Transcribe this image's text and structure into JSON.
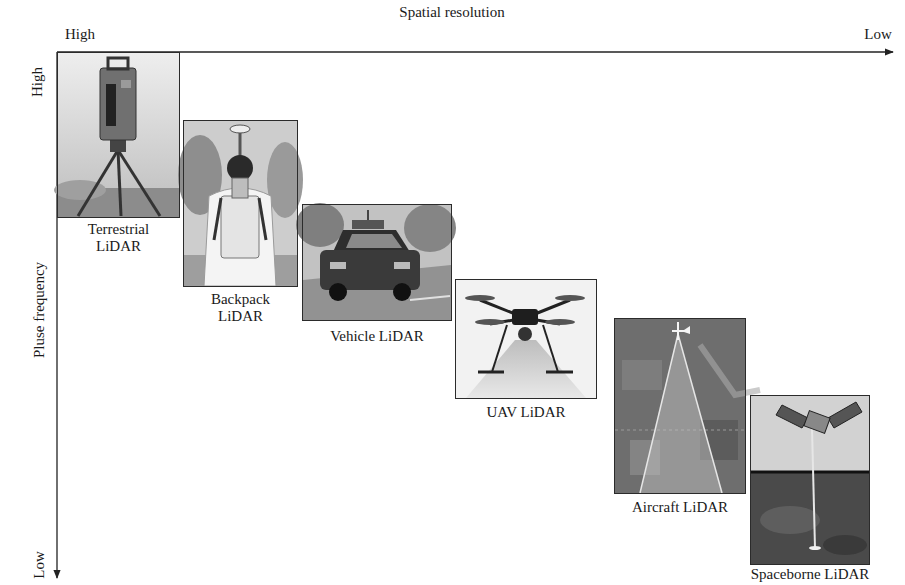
{
  "diagram": {
    "nodes": [
      {
        "text": [
          "Terrestrial LiDAR"
        ]
      },
      {
        "text": [
          "Backpack LiDAR"
        ]
      },
      {
        "text": [
          "Vehicle LiDAR"
        ]
      },
      {
        "text": [
          "UAV LiDAR"
        ]
      },
      {
        "text": [
          "Aircraft LiDAR"
        ]
      },
      {
        "text": [
          "Spaceborne LiDAR"
        ]
      }
    ],
    "labels": [
      "Spatial resolution",
      "High",
      "Low",
      "High",
      "Pluse frequency",
      "Low"
    ]
  }
}
